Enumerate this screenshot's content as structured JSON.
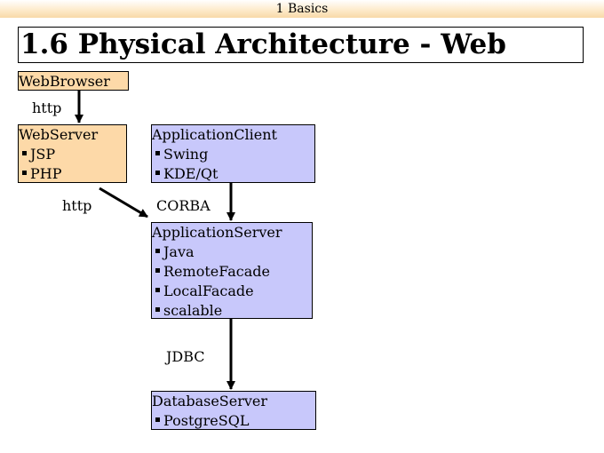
{
  "header": {
    "section": "1 Basics"
  },
  "title": "1.6 Physical Architecture - Web",
  "colors": {
    "orange_box": "#fdd9a8",
    "blue_box": "#c8c8fb",
    "header_band": "#f8d9a8"
  },
  "nodes": {
    "web_browser": {
      "title": "WebBrowser",
      "items": []
    },
    "web_server": {
      "title": "WebServer",
      "items": [
        "JSP",
        "PHP"
      ]
    },
    "application_client": {
      "title": "ApplicationClient",
      "items": [
        "Swing",
        "KDE/Qt"
      ]
    },
    "application_server": {
      "title": "ApplicationServer",
      "items": [
        "Java",
        "RemoteFacade",
        "LocalFacade",
        "scalable"
      ]
    },
    "database_server": {
      "title": "DatabaseServer",
      "items": [
        "PostgreSQL"
      ]
    }
  },
  "edges": {
    "browser_to_webserver": "http",
    "webserver_to_appserver": "http",
    "client_to_appserver": "CORBA",
    "appserver_to_database": "JDBC"
  }
}
